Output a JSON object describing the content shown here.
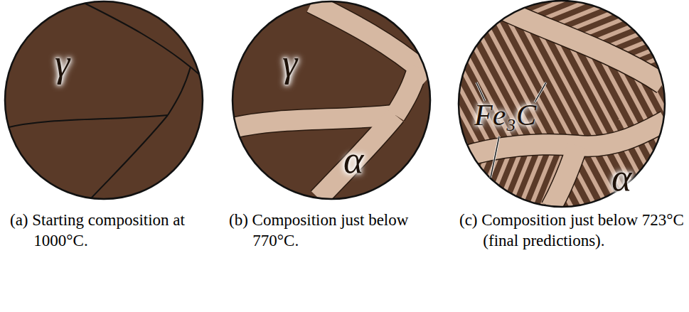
{
  "diagram": {
    "nodes": [
      {
        "text": [
          "γ"
        ]
      },
      {
        "text": [
          "γ",
          "α"
        ]
      },
      {
        "text": [
          "Fe₃C",
          "α"
        ]
      }
    ],
    "labels": [
      "(a) Starting composition at 1000°C.",
      "(b) Composition just below 770°C.",
      "(c) Composition just below 723°C (final predictions)."
    ]
  }
}
